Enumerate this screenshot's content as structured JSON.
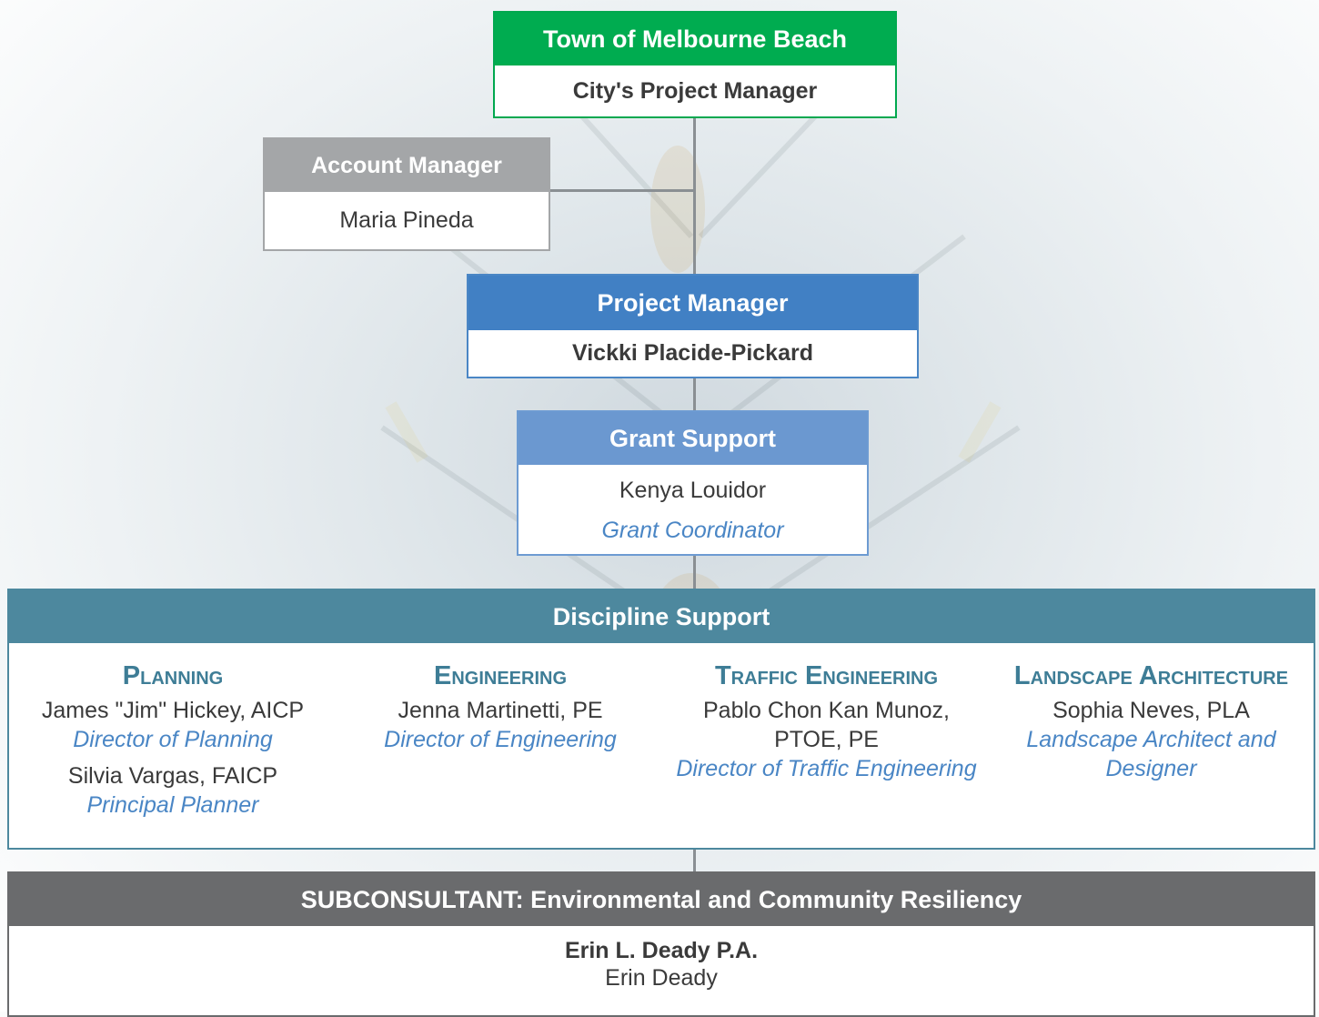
{
  "town": {
    "title": "Town of Melbourne Beach",
    "subtitle": "City's Project Manager"
  },
  "account_manager": {
    "title": "Account Manager",
    "name": "Maria Pineda"
  },
  "project_manager": {
    "title": "Project Manager",
    "name": "Vickki Placide-Pickard"
  },
  "grant_support": {
    "title": "Grant Support",
    "name": "Kenya Louidor",
    "role": "Grant Coordinator"
  },
  "discipline_support": {
    "title": "Discipline Support",
    "columns": [
      {
        "title": "Planning",
        "people": [
          {
            "name": "James \"Jim\" Hickey, AICP",
            "role": "Director of Planning"
          },
          {
            "name": "Silvia Vargas, FAICP",
            "role": "Principal Planner"
          }
        ]
      },
      {
        "title": "Engineering",
        "people": [
          {
            "name": "Jenna Martinetti, PE",
            "role": "Director of Engineering"
          }
        ]
      },
      {
        "title": "Traffic Engineering",
        "people": [
          {
            "name_line1": "Pablo Chon Kan Munoz,",
            "name_line2": "PTOE, PE",
            "role": "Director of Traffic Engineering"
          }
        ]
      },
      {
        "title": "Landscape Architecture",
        "people": [
          {
            "name": "Sophia Neves, PLA",
            "role_line1": "Landscape Architect and",
            "role_line2": "Designer"
          }
        ]
      }
    ]
  },
  "subconsultant": {
    "title": "SUBCONSULTANT: Environmental and Community Resiliency",
    "firm": "Erin L. Deady P.A.",
    "name": "Erin Deady"
  },
  "colors": {
    "town_green": "#00ac50",
    "account_gray": "#a4a6a8",
    "pm_blue": "#4180c4",
    "grant_blue": "#6b98d0",
    "discipline_teal": "#4d889e",
    "sub_gray": "#6a6b6d",
    "role_blue": "#4a86c5"
  }
}
